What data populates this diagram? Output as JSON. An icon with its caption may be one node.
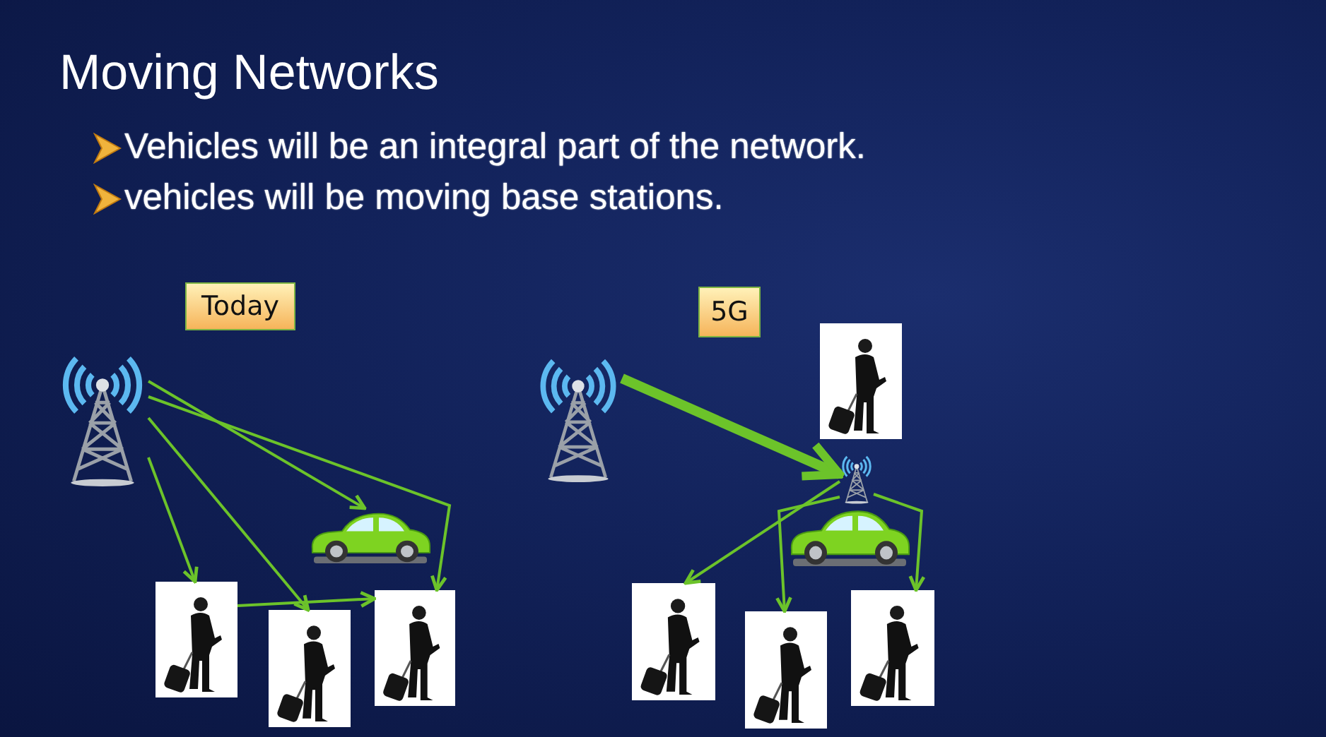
{
  "diagram": {
    "title": "Moving Networks",
    "nodes": [
      {
        "text": [
          "Today"
        ]
      },
      {
        "text": [],
        "shape": "picture"
      },
      {
        "text": [],
        "shape": "picture"
      },
      {
        "text": [],
        "shape": "person"
      },
      {
        "text": [],
        "shape": "person"
      },
      {
        "text": [],
        "shape": "person"
      },
      {
        "text": [
          "5G"
        ]
      },
      {
        "text": [],
        "shape": "picture"
      },
      {
        "text": [],
        "shape": "person"
      },
      {
        "text": [],
        "shape": "picture"
      },
      {
        "text": [],
        "shape": "picture"
      },
      {
        "text": [],
        "shape": "person"
      },
      {
        "text": [],
        "shape": "person"
      },
      {
        "text": [],
        "shape": "person"
      }
    ],
    "edges": [
      {
        "from": 1,
        "to": 2,
        "arrow": "to"
      },
      {
        "from": 1,
        "to": 5,
        "arrow": "to"
      },
      {
        "from": 1,
        "to": 4,
        "arrow": "to"
      },
      {
        "from": 1,
        "to": 3,
        "arrow": "to"
      },
      {
        "from": 3,
        "to": 5,
        "arrow": "to"
      },
      {
        "from": 7,
        "to": 9,
        "arrow": "to",
        "style": "thick"
      },
      {
        "from": 9,
        "to": 11,
        "arrow": "to"
      },
      {
        "from": 9,
        "to": 12,
        "arrow": "to"
      },
      {
        "from": 9,
        "to": 13,
        "arrow": "to"
      }
    ],
    "labels": [
      "Vehicles will be an integral part of the network.",
      "vehicles will be moving base stations."
    ]
  }
}
